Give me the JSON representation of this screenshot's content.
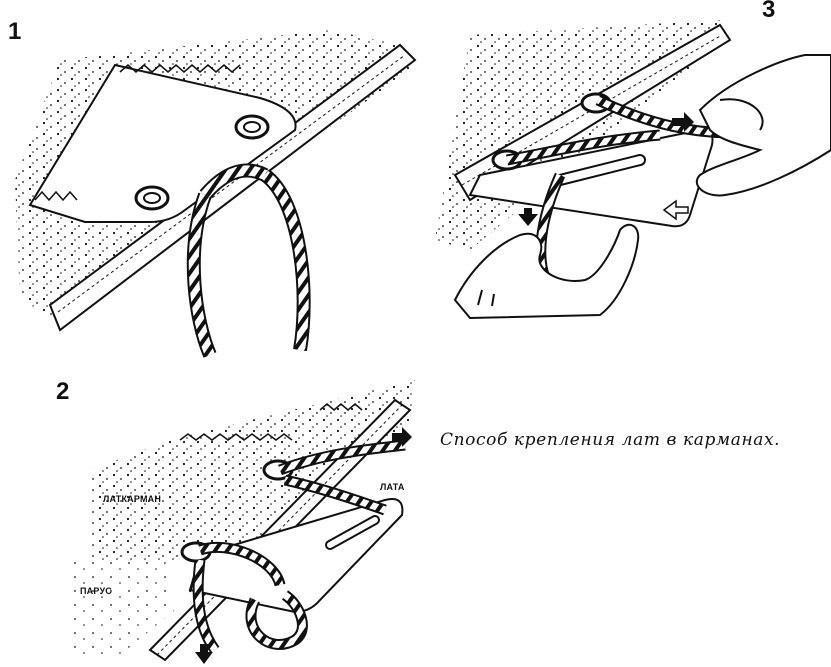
{
  "panels": {
    "one": {
      "number": "1"
    },
    "two": {
      "number": "2"
    },
    "three": {
      "number": "3"
    }
  },
  "labels": {
    "batten_pocket": "ЛАТКАРМАН",
    "batten": "ЛАТА",
    "sail": "ПАРУС"
  },
  "caption": "Способ крепления лат в карманах.",
  "colors": {
    "ink": "#111111",
    "paper": "#ffffff"
  },
  "icons": [
    "arrow-right-icon",
    "arrow-down-icon",
    "grommet-icon",
    "rope-icon",
    "hand-icon"
  ]
}
